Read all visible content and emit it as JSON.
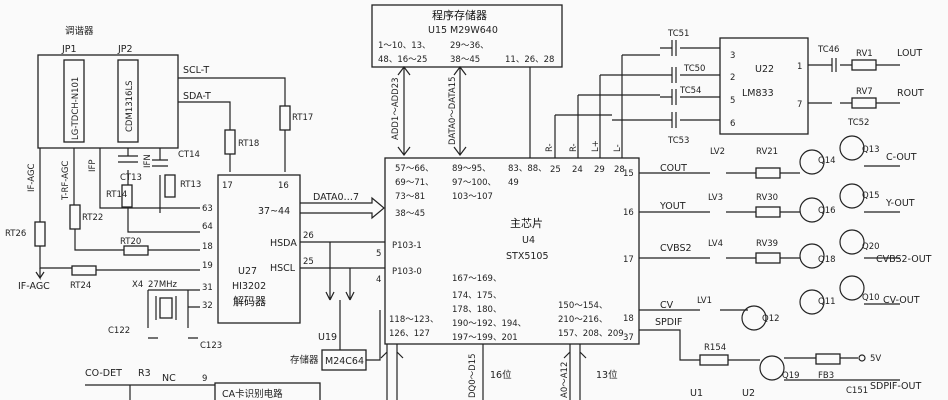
{
  "tuner": {
    "title": "调谐器",
    "jp1": "JP1",
    "jp2": "JP2",
    "chip1": "LG-TDCH-N101",
    "chip2": "CDM1316LS",
    "scl": "SCL-T",
    "sda": "SDA-T",
    "if_agc": "IF-AGC",
    "t_rf_agc": "T-RF-AGC",
    "ifp": "IFP",
    "ifn": "IFN",
    "if_agc_out": "IF-AGC"
  },
  "passives": {
    "ct13": "CT13",
    "ct14": "CT14",
    "rt14": "RT14",
    "rt13": "RT13",
    "rt18": "RT18",
    "rt17": "RT17",
    "rt22": "RT22",
    "rt20": "RT20",
    "rt26": "RT26",
    "rt24": "RT24",
    "x4": "X4",
    "freq": "27MHz",
    "c122": "C122",
    "c123": "C123"
  },
  "decoder": {
    "ref": "U27",
    "part": "HI3202",
    "name": "解码器",
    "pins": {
      "p17": "17",
      "p16": "16",
      "p63": "63",
      "p64": "64",
      "p18": "18",
      "p19": "19",
      "p31": "31",
      "p32": "32"
    },
    "data_range": "37~44",
    "hsda": "HSDA",
    "hscl": "HSCL",
    "pin26": "26",
    "pin25": "25",
    "data_bus": "DATA0…7"
  },
  "memory": {
    "title": "程序存储器",
    "part": "U15  M29W640",
    "row1a": "1～10、13、",
    "row1b": "29～36、",
    "row2a": "48、16～25",
    "row2b": "38～45",
    "row2c": "11、26、28",
    "addr_bus": "ADD1～ADD23",
    "data_bus": "DATA0～DATA15"
  },
  "eeprom": {
    "ref": "U19",
    "label": "存储器",
    "part": "M24C64"
  },
  "main": {
    "name": "主芯片",
    "ref": "U4",
    "part": "STX5105",
    "g1a": "57～66、",
    "g1b": "69～71、",
    "g1c": "73～81",
    "g1d": "38～45",
    "g2a": "89～95、",
    "g2b": "97～100、",
    "g2c": "103～107",
    "g3a": "83、88、",
    "g3b": "49",
    "p103_1": "P103-1",
    "p103_0": "P103-0",
    "pin5": "5",
    "pin4": "4",
    "g4a": "118～123、",
    "g4b": "126、127",
    "g5a": "167～169、",
    "g5b": "174、175、",
    "g5c": "178、180、",
    "g5d": "190～192、194、",
    "g5e": "197～199、201",
    "g6a": "150～154、",
    "g6b": "210～216、",
    "g6c": "157、208、209",
    "pin18": "18",
    "pin37": "37",
    "pin15": "15",
    "pin16": "16",
    "pin17": "17",
    "top_labels": [
      "R-",
      "R-",
      "L+",
      "L-"
    ],
    "top_pins": [
      "25",
      "24",
      "29",
      "28"
    ],
    "dq_bus": "DQ0～D15",
    "dq_width": "16位",
    "addr_bus": "A0～A12",
    "addr_width": "13位"
  },
  "audio": {
    "ref": "U22",
    "part": "LM833",
    "pins": [
      "3",
      "2",
      "5",
      "6",
      "1",
      "7"
    ],
    "caps": [
      "TC51",
      "TC50",
      "TC54",
      "TC53",
      "TC46",
      "TC52"
    ],
    "rv1": "RV1",
    "rv7": "RV7",
    "lout": "LOUT",
    "rout": "ROUT"
  },
  "video": {
    "cout": "COUT",
    "yout": "YOUT",
    "cvbs2": "CVBS2",
    "cv": "CV",
    "spdif": "SPDIF",
    "lv2": "LV2",
    "lv3": "LV3",
    "lv4": "LV4",
    "lv1": "LV1",
    "rv21": "RV21",
    "rv30": "RV30",
    "rv39": "RV39",
    "q14": "Q14",
    "q13": "Q13",
    "q16": "Q16",
    "q15": "Q15",
    "q18": "Q18",
    "q20": "Q20",
    "q11": "Q11",
    "q10": "Q10",
    "q12": "Q12",
    "c_out": "C-OUT",
    "y_out": "Y-OUT",
    "cvbs2_out": "CVBS2-OUT",
    "cv_out": "CV-OUT"
  },
  "spdif": {
    "r154": "R154",
    "q19": "Q19",
    "fb3": "FB3",
    "v5": "5V",
    "c151": "C151",
    "out": "SDPIF-OUT"
  },
  "bottom": {
    "co_det": "CO-DET",
    "r3": "R3",
    "nc": "NC",
    "pin9": "9",
    "ca": "CA卡识别电路",
    "u1": "U1",
    "u2": "U2"
  }
}
